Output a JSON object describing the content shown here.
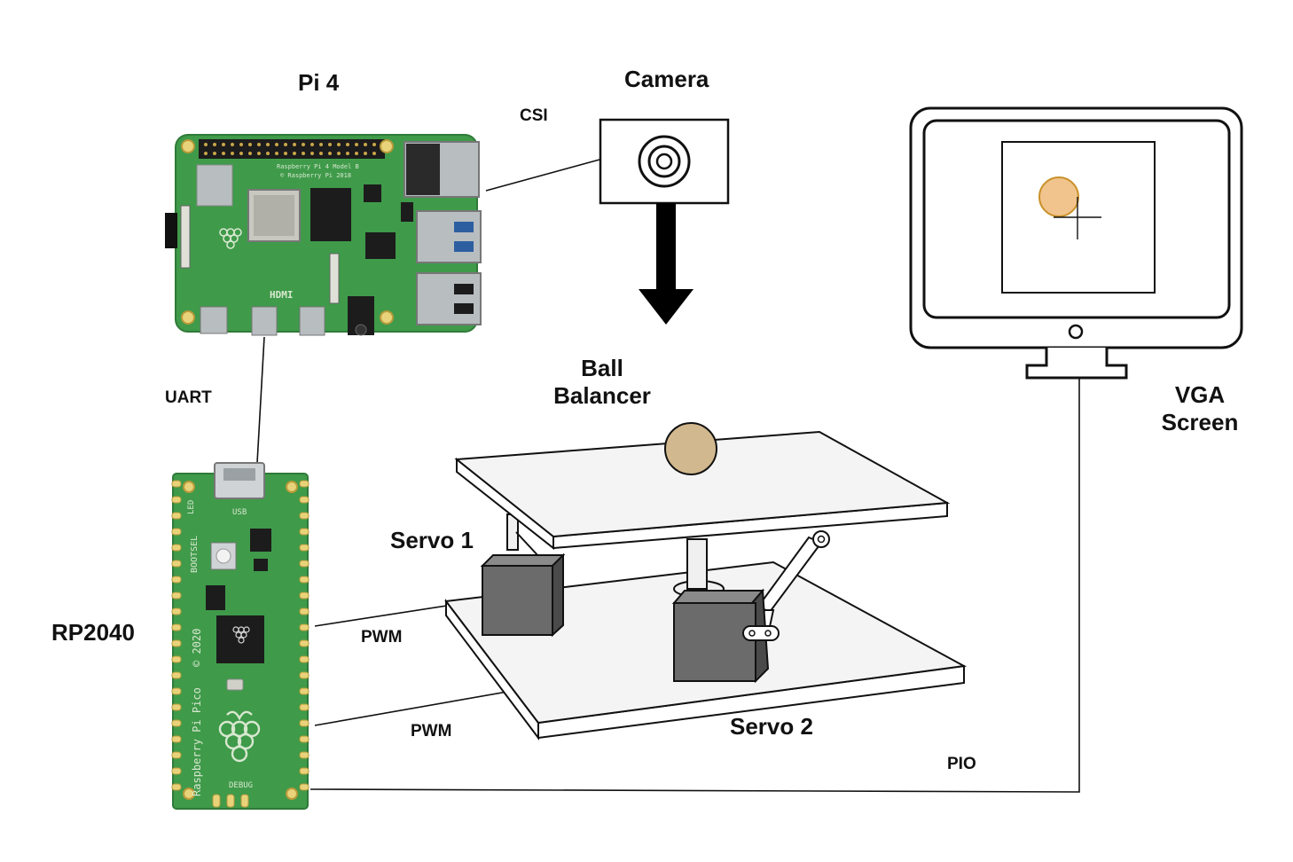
{
  "labels": {
    "pi4": "Pi 4",
    "camera": "Camera",
    "csi": "CSI",
    "uart": "UART",
    "ball_balancer_line1": "Ball",
    "ball_balancer_line2": "Balancer",
    "servo1": "Servo 1",
    "servo2": "Servo 2",
    "rp2040": "RP2040",
    "pwm1": "PWM",
    "pwm2": "PWM",
    "pio": "PIO",
    "vga_line1": "VGA",
    "vga_line2": "Screen"
  },
  "board_text": {
    "pi4_model": "Raspberry Pi 4 Model B",
    "pi4_copyright": "© Raspberry Pi 2018",
    "pi4_hdmi": "HDMI",
    "pico_brand": "Raspberry Pi Pico",
    "pico_year": "© 2020",
    "pico_usb": "USB",
    "pico_led": "LED",
    "pico_bootsel": "BOOTSEL",
    "pico_debug": "DEBUG"
  },
  "colors": {
    "board_green": "#3f9a4a",
    "ball_fill": "#d2b88e",
    "screen_ball_fill": "#f1c48e",
    "servo_gray": "#6b6b6b",
    "wire": "#111111"
  }
}
